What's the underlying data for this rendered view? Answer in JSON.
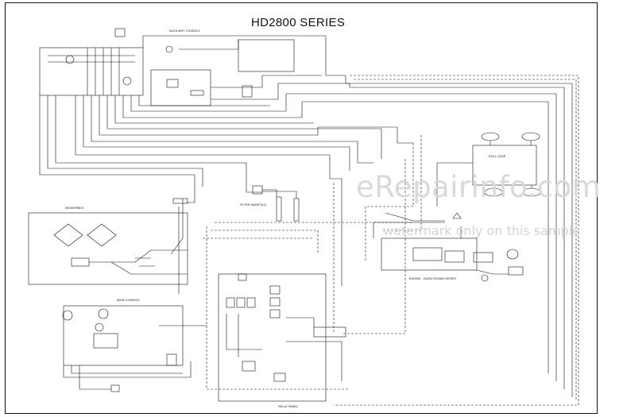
{
  "title": "HD2800 SERIES",
  "labels": {
    "auxiliary_console": "AUXILIARY CONSOLE",
    "roll_cage": "ROLL CAGE",
    "filter_manifold": "FILTER MANIFOLD",
    "sensor_box": "SENSORBOX",
    "main_console": "MAIN CONSOLE",
    "engine": "ENGINE - ISUZU HD2800 SERIES",
    "relay_panel": "RELAY PANEL"
  },
  "watermark": {
    "brand": "eRepairinfo.com",
    "note": "watermark only on this sample"
  },
  "colors": {
    "ink": "#111111",
    "watermark": "#d9d9d9"
  }
}
